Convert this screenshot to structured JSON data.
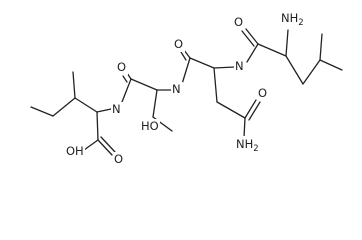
{
  "atoms": {
    "nh2": "NH2",
    "o_leu": "O",
    "n_leu": "N",
    "o_asn_bb": "O",
    "n_asn": "N",
    "o_side": "O",
    "nh2_side": "NH2",
    "o_thr_bb": "O",
    "n_thr": "N",
    "oh_thr": "HO",
    "oh_acid": "OH",
    "o_acid": "O"
  },
  "colors": {
    "bond": "#222222",
    "background": "#ffffff"
  }
}
